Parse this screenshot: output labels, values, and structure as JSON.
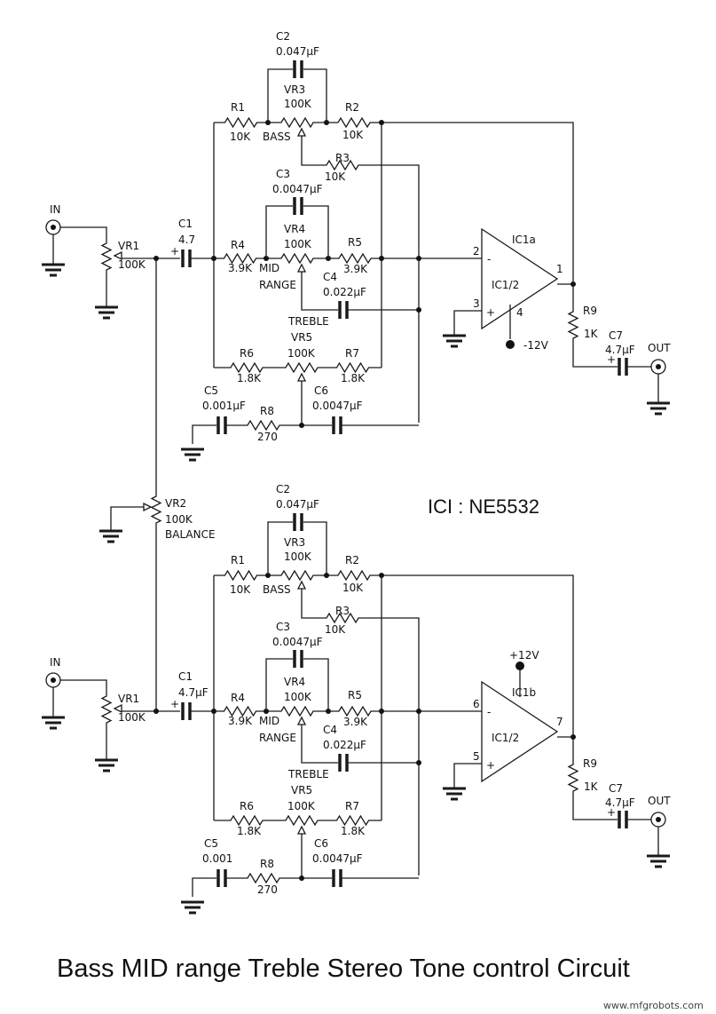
{
  "chip_label": "ICI : NE5532",
  "title": "Bass MID range Treble Stereo Tone control Circuit",
  "watermark": "www.mfgrobots.com",
  "channels": [
    {
      "in": "IN",
      "vr1": "VR1",
      "vr1_val": "100K",
      "c1": "C1",
      "c1_val": "4.7",
      "c2": "C2",
      "c2_val": "0.047µF",
      "vr3": "VR3",
      "vr3_val": "100K",
      "bass": "BASS",
      "r1": "R1",
      "r1_val": "10K",
      "r2": "R2",
      "r2_val": "10K",
      "r3": "R3",
      "r3_val": "10K",
      "c3": "C3",
      "c3_val": "0.0047µF",
      "vr4": "VR4",
      "vr4_val": "100K",
      "r4": "R4",
      "r4_val": "3.9K",
      "r5": "R5",
      "r5_val": "3.9K",
      "mid": "MID",
      "range": "RANGE",
      "c4": "C4",
      "c4_val": "0.022µF",
      "treble": "TREBLE",
      "vr5": "VR5",
      "vr5_val": "100K",
      "r6": "R6",
      "r6_val": "1.8K",
      "r7": "R7",
      "r7_val": "1.8K",
      "c5": "C5",
      "c5_val": "0.001µF",
      "r8": "R8",
      "r8_val": "270",
      "c6": "C6",
      "c6_val": "0.0047µF",
      "ic": "IC1a",
      "ic_half": "IC1/2",
      "pin_inv": "2",
      "pin_noninv": "3",
      "pin_out": "1",
      "pin_pwr": "4",
      "supply": "-12V",
      "r9": "R9",
      "r9_val": "1K",
      "c7": "C7",
      "c7_val": "4.7µF",
      "out": "OUT"
    },
    {
      "in": "IN",
      "vr1": "VR1",
      "vr1_val": "100K",
      "c1": "C1",
      "c1_val": "4.7µF",
      "c2": "C2",
      "c2_val": "0.047µF",
      "vr3": "VR3",
      "vr3_val": "100K",
      "bass": "BASS",
      "r1": "R1",
      "r1_val": "10K",
      "r2": "R2",
      "r2_val": "10K",
      "r3": "R3",
      "r3_val": "10K",
      "c3": "C3",
      "c3_val": "0.0047µF",
      "vr4": "VR4",
      "vr4_val": "100K",
      "r4": "R4",
      "r4_val": "3.9K",
      "r5": "R5",
      "r5_val": "3.9K",
      "mid": "MID",
      "range": "RANGE",
      "c4": "C4",
      "c4_val": "0.022µF",
      "treble": "TREBLE",
      "vr5": "VR5",
      "vr5_val": "100K",
      "r6": "R6",
      "r6_val": "1.8K",
      "r7": "R7",
      "r7_val": "1.8K",
      "c5": "C5",
      "c5_val": "0.001",
      "r8": "R8",
      "r8_val": "270",
      "c6": "C6",
      "c6_val": "0.0047µF",
      "ic": "IC1b",
      "ic_half": "IC1/2",
      "pin_inv": "6",
      "pin_noninv": "5",
      "pin_out": "7",
      "pin_pwr": "",
      "supply": "+12V",
      "r9": "R9",
      "r9_val": "1K",
      "c7": "C7",
      "c7_val": "4.7µF",
      "out": "OUT"
    }
  ],
  "balance": {
    "ref": "VR2",
    "val": "100K",
    "name": "BALANCE"
  }
}
